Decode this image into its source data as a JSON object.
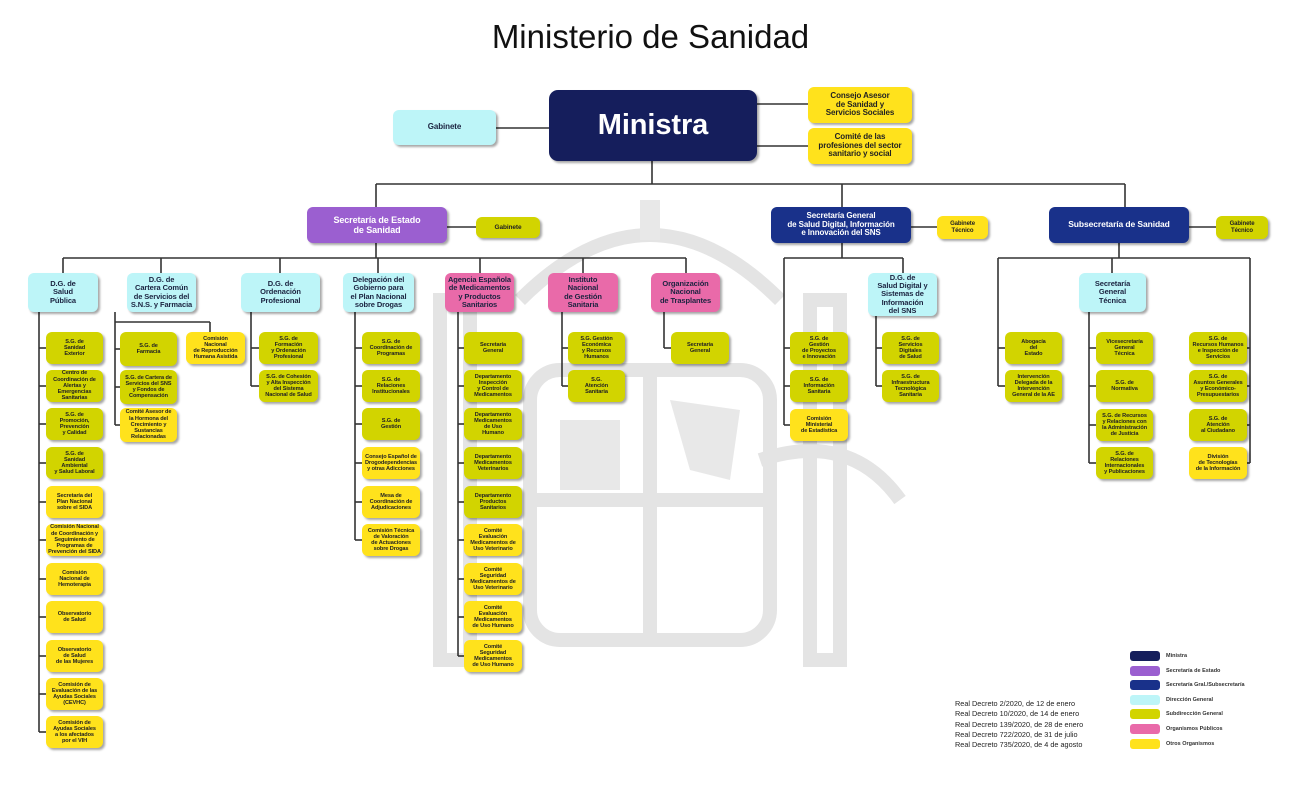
{
  "title": "Ministerio de Sanidad",
  "ministra": "Ministra",
  "gabinete": "Gabinete",
  "consejo_asesor": "Consejo Asesor\nde Sanidad y\nServicios Sociales",
  "comite_profesiones": "Comité de las\nprofesiones del sector\nsanitario y social",
  "sec_estado": {
    "label": "Secretaría de Estado\nde Sanidad",
    "gabinete": "Gabinete",
    "dgs": [
      {
        "label": "D.G. de\nSalud\nPública",
        "children": [
          {
            "label": "S.G. de\nSanidad\nExterior",
            "type": "sg"
          },
          {
            "label": "Centro de\nCoordinación de\nAlertas y Emergencias\nSanitarias",
            "type": "sg"
          },
          {
            "label": "S.G. de\nPromoción,\nPrevención\ny Calidad",
            "type": "sg"
          },
          {
            "label": "S.G. de\nSanidad\nAmbiental\ny Salud Laboral",
            "type": "sg"
          },
          {
            "label": "Secretaría del\nPlan Nacional\nsobre el SIDA",
            "type": "otro"
          },
          {
            "label": "Comisión Nacional\nde Coordinación y\nSeguimiento de\nProgramas de\nPrevención del SIDA",
            "type": "otro"
          },
          {
            "label": "Comisión\nNacional de\nHemoterapia",
            "type": "otro"
          },
          {
            "label": "Observatorio\nde Salud",
            "type": "otro"
          },
          {
            "label": "Observatorio\nde Salud\nde las Mujeres",
            "type": "otro"
          },
          {
            "label": "Comisión de\nEvaluación de las\nAyudas Sociales\n(CEVHC)",
            "type": "otro"
          },
          {
            "label": "Comisión de\nAyudas Sociales\na los afectados\npor el VIH",
            "type": "otro"
          }
        ]
      },
      {
        "label": "D.G. de\nCartera Común\nde Servicios del\nS.N.S. y Farmacia",
        "children": [
          {
            "label": "S.G. de\nFarmacia",
            "type": "sg"
          },
          {
            "label": "S.G. de Cartera de\nServicios del SNS\ny Fondos de\nCompensación",
            "type": "sg"
          },
          {
            "label": "Comité Asesor de\nla Hormona del\nCrecimiento y\nSustancias\nRelacionadas",
            "type": "otro"
          }
        ],
        "side": {
          "label": "Comisión\nNacional\nde Reproducción\nHumana Asistida",
          "type": "otro"
        }
      },
      {
        "label": "D.G. de\nOrdenación\nProfesional",
        "children": [
          {
            "label": "S.G. de\nFormación\ny Ordenación\nProfesional",
            "type": "sg"
          },
          {
            "label": "S.G. de Cohesión\ny Alta Inspección\ndel Sistema\nNacional de Salud",
            "type": "sg"
          }
        ]
      },
      {
        "label": "Delegación del\nGobierno para\nel Plan Nacional\nsobre Drogas",
        "children": [
          {
            "label": "S.G. de\nCoordinación de\nProgramas",
            "type": "sg"
          },
          {
            "label": "S.G. de\nRelaciones\nInstitucionales",
            "type": "sg"
          },
          {
            "label": "S.G. de\nGestión",
            "type": "sg"
          },
          {
            "label": "Consejo Español de\nDrogodependencias\ny otras Adicciones",
            "type": "otro"
          },
          {
            "label": "Mesa de\nCoordinación de\nAdjudicaciones",
            "type": "otro"
          },
          {
            "label": "Comisión Técnica\nde Valoración\nde Actuaciones\nsobre Drogas",
            "type": "otro"
          }
        ]
      },
      {
        "label": "Agencia Española\nde Medicamentos\ny Productos\nSanitarios",
        "children": [
          {
            "label": "Secretaría\nGeneral",
            "type": "sg"
          },
          {
            "label": "Departamento\nInspección\ny Control de\nMedicamentos",
            "type": "sg"
          },
          {
            "label": "Departamento\nMedicamentos\nde Uso\nHumano",
            "type": "sg"
          },
          {
            "label": "Departamento\nMedicamentos\nVeterinarios",
            "type": "sg"
          },
          {
            "label": "Departamento\nProductos\nSanitarios",
            "type": "sg"
          },
          {
            "label": "Comité\nEvaluación\nMedicamentos de\nUso Veterinario",
            "type": "otro"
          },
          {
            "label": "Comité\nSeguridad\nMedicamentos de\nUso Veterinario",
            "type": "otro"
          },
          {
            "label": "Comité\nEvaluación\nMedicamentos\nde Uso Humano",
            "type": "otro"
          },
          {
            "label": "Comité\nSeguridad\nMedicamentos\nde Uso Humano",
            "type": "otro"
          }
        ]
      },
      {
        "label": "Instituto\nNacional\nde Gestión\nSanitaria",
        "children": [
          {
            "label": "S.G. Gestión\nEconómica\ny Recursos\nHumanos",
            "type": "sg"
          },
          {
            "label": "S.G.\nAtención\nSanitaria",
            "type": "sg"
          }
        ]
      },
      {
        "label": "Organización\nNacional\nde Trasplantes",
        "children": [
          {
            "label": "Secretaría\nGeneral",
            "type": "sg"
          }
        ]
      }
    ]
  },
  "sec_general_digital": {
    "label": "Secretaría General\nde Salud Digital, Información\ne Innovación del SNS",
    "gabinete": "Gabinete\nTécnico",
    "children": [
      {
        "label": "S.G. de\nGestión\nde Proyectos\ne Innovación",
        "type": "sg"
      },
      {
        "label": "S.G. de\nInformación\nSanitaria",
        "type": "sg"
      },
      {
        "label": "Comisión\nMinisterial\nde Estadística",
        "type": "otro"
      }
    ],
    "dg": {
      "label": "D.G. de\nSalud Digital y\nSistemas de\nInformación\ndel SNS",
      "children": [
        {
          "label": "S.G. de\nServicios\nDigitales\nde Salud",
          "type": "sg"
        },
        {
          "label": "S.G. de\nInfraestructura\nTecnológica\nSanitaria",
          "type": "sg"
        }
      ]
    }
  },
  "subsecretaria": {
    "label": "Subsecretaría de Sanidad",
    "gabinete": "Gabinete\nTécnico",
    "left": [
      {
        "label": "Abogacía\ndel\nEstado",
        "type": "sg"
      },
      {
        "label": "Intervención\nDelegada de la\nIntervención\nGeneral de la AE",
        "type": "sg"
      }
    ],
    "sgt": {
      "label": "Secretaría\nGeneral\nTécnica",
      "children": [
        {
          "label": "Vicesecretaría\nGeneral\nTécnica",
          "type": "sg"
        },
        {
          "label": "S.G. de\nNormativa",
          "type": "sg"
        },
        {
          "label": "S.G. de Recursos\ny Relaciones con\nla Administración\nde Justicia",
          "type": "sg"
        },
        {
          "label": "S.G. de\nRelaciones\nInternacionales\ny Publicaciones",
          "type": "sg"
        }
      ]
    },
    "right": [
      {
        "label": "S.G. de\nRecursos Humanos\ne Inspección de\nServicios",
        "type": "sg"
      },
      {
        "label": "S.G. de\nAsuntos Generales\ny Económico-\nPresupuestarios",
        "type": "sg"
      },
      {
        "label": "S.G. de\nAtención\nal Ciudadano",
        "type": "sg"
      },
      {
        "label": "División\nde Tecnologías\nde la Información",
        "type": "otro"
      }
    ]
  },
  "decrees": [
    "Real Decreto 2/2020, de 12 de enero",
    "Real Decreto 10/2020, de 14 de enero",
    "Real Decreto 139/2020, de 28 de enero",
    "Real Decreto 722/2020, de 31 de julio",
    "Real Decreto 735/2020, de 4 de agosto"
  ],
  "legend": [
    {
      "label": "Ministra",
      "color": "#151e5c"
    },
    {
      "label": "Secretaría de Estado",
      "color": "#9b5fd0"
    },
    {
      "label": "Secretaría Gral./Subsecretaría",
      "color": "#19318a"
    },
    {
      "label": "Dirección General",
      "color": "#bdf5f8"
    },
    {
      "label": "Subdirección General",
      "color": "#d2d400"
    },
    {
      "label": "Organismos Públicos",
      "color": "#e96aa9"
    },
    {
      "label": "Otros Organismos",
      "color": "#ffe21c"
    }
  ]
}
